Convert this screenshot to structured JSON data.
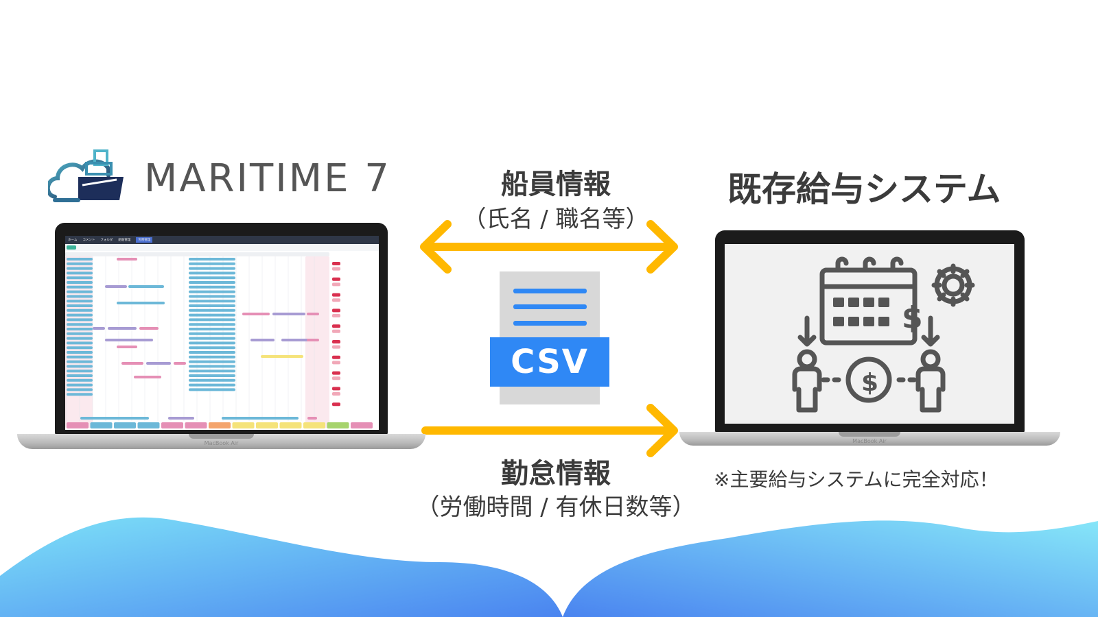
{
  "brand": {
    "name": "MARITIME 7"
  },
  "top_flow": {
    "title": "船員情報",
    "subtitle": "（氏名 / 職名等）"
  },
  "bottom_flow": {
    "title": "勤怠情報",
    "subtitle": "（労働時間 / 有休日数等）"
  },
  "csv": {
    "label": "CSV"
  },
  "target": {
    "title": "既存給与システム",
    "note": "※主要給与システムに完全対応！"
  },
  "laptop": {
    "model": "MacBook Air"
  },
  "app": {
    "nav": [
      "ホーム",
      "コメント",
      "フォルダ",
      "船舶管理",
      "労務管理"
    ],
    "active_nav": "労務管理"
  },
  "colors": {
    "arrow": "#FFB800",
    "csv_blue": "#2F88F5",
    "wave_top": "#7DE1F7",
    "wave_bottom": "#4A84F0",
    "logo_navy": "#1d2e5a",
    "logo_teal": "#3aa6b9"
  }
}
